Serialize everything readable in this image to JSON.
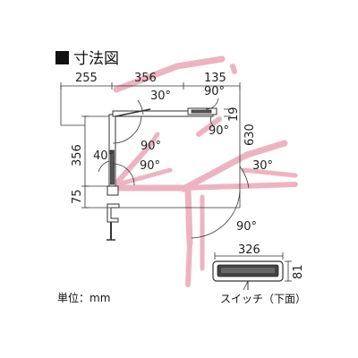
{
  "title": "寸法図",
  "colors": {
    "ghost_arm": "#eeb3c2",
    "line": "#333333",
    "text": "#222222"
  },
  "dimensions": {
    "top_left": "255",
    "top_mid": "356",
    "top_right": "135",
    "right_height": "630",
    "head_thickness": "19",
    "upper_arm": "356",
    "base_height": "75",
    "switch_width": "326",
    "switch_height": "81"
  },
  "angles": {
    "head_up": "30°",
    "head_right": "90°",
    "head_down": "90°",
    "elbow": "90°",
    "arm_tilt": "40°",
    "base": "90°",
    "lower_right": "30°",
    "lower_bottom": "90°"
  },
  "unit_label": "単位：mm",
  "switch_label": "スイッチ（下面）"
}
